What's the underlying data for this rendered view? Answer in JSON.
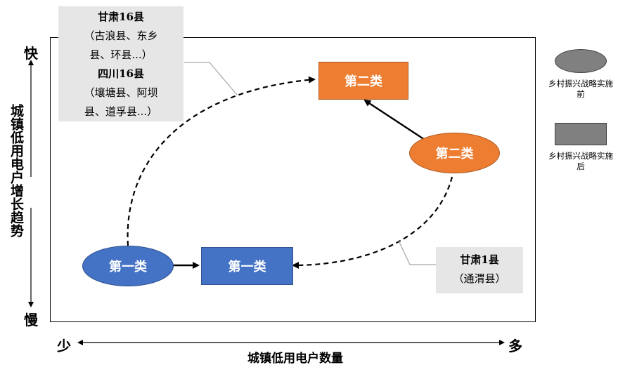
{
  "callouts": {
    "top_left": {
      "line1": "甘肃16县",
      "line2": "（古浪县、东乡",
      "line3": "县、环县...）",
      "line4": "四川16县",
      "line5": "（壤塘县、阿坝",
      "line6": "县、道孚县...）"
    },
    "bottom_right": {
      "line1": "甘肃1县",
      "line2": "（通渭县）"
    }
  },
  "nodes": {
    "cat1_before": "第一类",
    "cat1_after": "第一类",
    "cat2_before": "第二类",
    "cat2_after": "第二类"
  },
  "legend": {
    "before_label": "乡村振兴战略实施前",
    "after_label": "乡村振兴战略实施后"
  },
  "axes": {
    "y_label": "城镇低用电户增长趋势",
    "y_top": "快",
    "y_bottom": "慢",
    "x_label": "城镇低用电户数量",
    "x_left": "少",
    "x_right": "多"
  },
  "colors": {
    "blue": "#4472c4",
    "orange": "#ed7d31",
    "legend_gray": "#808080",
    "callout_bg": "#e6e6e6"
  }
}
